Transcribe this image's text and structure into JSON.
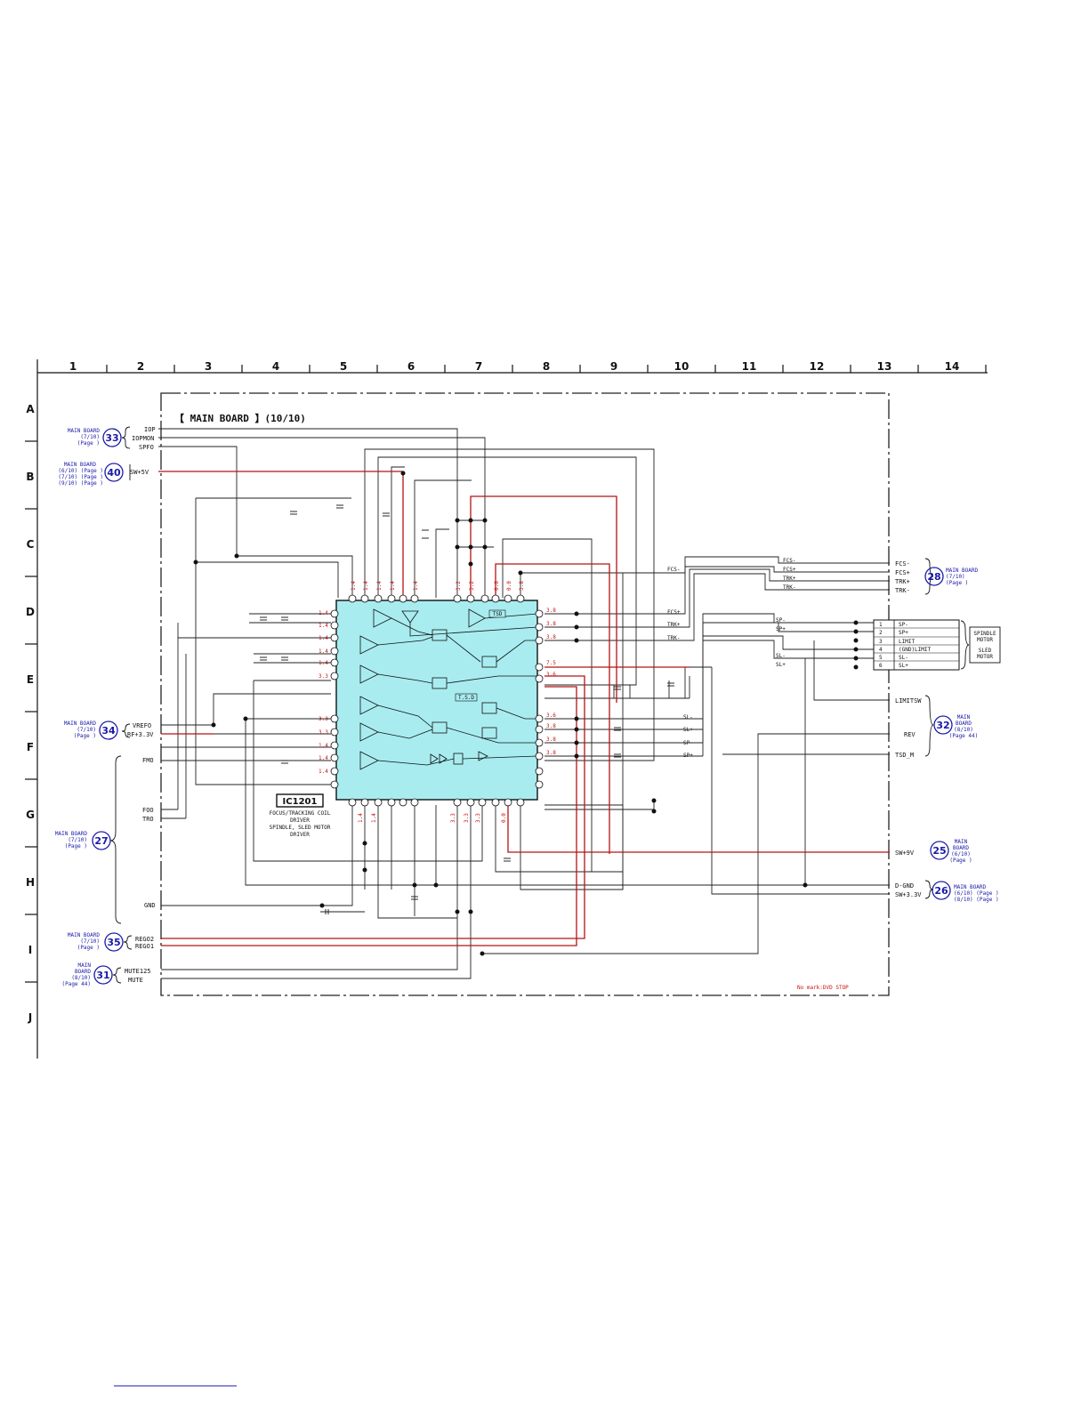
{
  "columns": [
    "1",
    "2",
    "3",
    "4",
    "5",
    "6",
    "7",
    "8",
    "9",
    "10",
    "11",
    "12",
    "13",
    "14"
  ],
  "rows": [
    "A",
    "B",
    "C",
    "D",
    "E",
    "F",
    "G",
    "H",
    "I",
    "J"
  ],
  "board_title": "【 MAIN BOARD 】(10/10)",
  "ic": {
    "name": "IC1201",
    "description": [
      "FOCUS/TRACKING COIL",
      "DRIVER",
      "SPINDLE, SLED MOTOR",
      "DRIVER"
    ],
    "inner_label": "T.S.D",
    "tsd_label": "TSD"
  },
  "left_inputs": [
    {
      "id": "iop",
      "label": "IOP"
    },
    {
      "id": "iopmon",
      "label": "IOPMON"
    },
    {
      "id": "spfo",
      "label": "SPFO"
    },
    {
      "id": "sw5v",
      "label": "SW+5V"
    },
    {
      "id": "vrefo",
      "label": "VREFO"
    },
    {
      "id": "rf33",
      "label": "RF+3.3V"
    },
    {
      "id": "fmo",
      "label": "FMO"
    },
    {
      "id": "foo",
      "label": "FOO"
    },
    {
      "id": "tro",
      "label": "TRO"
    },
    {
      "id": "gnd",
      "label": "GND"
    },
    {
      "id": "rego2",
      "label": "REGO2"
    },
    {
      "id": "rego1",
      "label": "REGO1"
    },
    {
      "id": "mute125",
      "label": "MUTE125"
    },
    {
      "id": "mute",
      "label": "MUTE"
    }
  ],
  "connectors": [
    {
      "id": "33",
      "lines": [
        "MAIN BOARD",
        "(7/10)",
        "(Page   )"
      ]
    },
    {
      "id": "40",
      "lines": [
        "MAIN BOARD",
        "(6/10) (Page   )",
        "(7/10) (Page   )",
        "(9/10) (Page   )"
      ]
    },
    {
      "id": "34",
      "lines": [
        "MAIN BOARD",
        "(7/10)",
        "(Page   )"
      ]
    },
    {
      "id": "27",
      "lines": [
        "MAIN BOARD",
        "(7/10)",
        "(Page   )"
      ]
    },
    {
      "id": "35",
      "lines": [
        "MAIN BOARD",
        "(7/10)",
        "(Page   )"
      ]
    },
    {
      "id": "31",
      "lines": [
        "MAIN",
        "BOARD",
        "(8/10)",
        "(Page 44)"
      ]
    },
    {
      "id": "28",
      "lines": [
        "MAIN BOARD",
        "(7/10)",
        "(Page   )"
      ]
    },
    {
      "id": "32",
      "lines": [
        "MAIN",
        "BOARD",
        "(8/10)",
        "(Page 44)"
      ]
    },
    {
      "id": "25",
      "lines": [
        "MAIN",
        "BOARD",
        "(6/10)",
        "(Page   )"
      ]
    },
    {
      "id": "26",
      "lines": [
        "MAIN BOARD",
        "(6/10) (Page   )",
        "(8/10) (Page   )"
      ]
    }
  ],
  "right_outputs_top": [
    "FCS-",
    "FCS+",
    "TRK+",
    "TRK-"
  ],
  "net_labels": {
    "fcs_minus": "FCS-",
    "fcs_plus": "FCS+",
    "trk_plus": "TRK+",
    "trk_minus": "TRK-",
    "sp_minus": "SP-",
    "sp_plus": "SP+",
    "sl_minus": "SL-",
    "sl_plus": "SL+"
  },
  "motor_connector": {
    "pins": [
      {
        "n": "1",
        "sig": "SP-"
      },
      {
        "n": "2",
        "sig": "SP+"
      },
      {
        "n": "3",
        "sig": "LIMIT"
      },
      {
        "n": "4",
        "sig": "(GND)LIMIT"
      },
      {
        "n": "5",
        "sig": "SL-"
      },
      {
        "n": "6",
        "sig": "SL+"
      }
    ],
    "motors": [
      "SPINDLE",
      "MOTOR",
      "SLED",
      "MOTOR"
    ]
  },
  "right_outputs_mid": [
    "LIMITSW",
    "REV",
    "TSD_M"
  ],
  "right_outputs_bottom": [
    "SW+9V",
    "D-GND",
    "SW+3.3V"
  ],
  "voltages_left": [
    "1.4",
    "1.4",
    "1.4",
    "1.4",
    "1.4",
    "3.3",
    "3.3",
    "3.3",
    "1.4",
    "1.4",
    "1.4"
  ],
  "voltages_right": [
    "3.8",
    "3.8",
    "3.8",
    "7.5",
    "3.6",
    "3.6",
    "3.8",
    "3.8",
    "3.8"
  ],
  "voltages_top": [
    "1.4",
    "1.4",
    "1.4",
    "1.4",
    "1.4",
    "3.2",
    "3.2",
    "0.0",
    "0.0",
    "3.8"
  ],
  "voltages_bottom": [
    "1.4",
    "1.4",
    "3.3",
    "3.3",
    "3.3",
    "0.0"
  ],
  "note": "No mark:DVD STOP"
}
